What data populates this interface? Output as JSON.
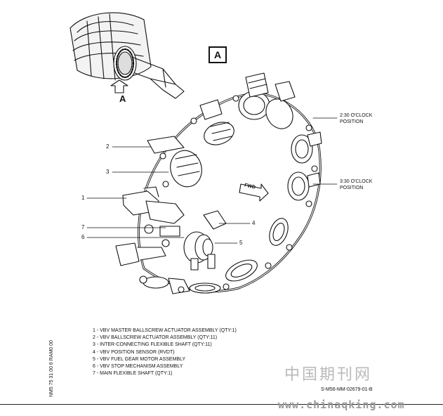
{
  "view": {
    "section_label": "A",
    "arrow_label": "A"
  },
  "callouts": {
    "c1": "1",
    "c2": "2",
    "c3": "3",
    "c4": "4",
    "c5": "5",
    "c6": "6",
    "c7": "7"
  },
  "positions": {
    "p230_line1": "2:30 O'CLOCK",
    "p230_line2": "POSITION",
    "p330_line1": "3:30 O'CLOCK",
    "p330_line2": "POSITION"
  },
  "fwd_label": "FWD",
  "legend": [
    "1   - VBV MASTER BALLSCREW ACTUATOR ASSEMBLY (QTY:1)",
    "2   - VBV BALLSCREW ACTUATOR ASSEMBLY (QTY:11)",
    "3   - INTER-CONNECTING FLEXIBLE SHAFT (QTY:11)",
    "4   - VBV POSITION SENSOR (RVDT)",
    "5   - VBV FUEL GEAR MOTOR ASSEMBLY",
    "6   - VBV STOP MECHANISM ASSEMBLY",
    "7   - MAIN FLEXIBLE SHAFT (QTY:1)"
  ],
  "side_reference": "NM5 75 31 00 6 RAM0 00",
  "drawing_reference": "S-M56-MM-02679-01-B",
  "watermark": {
    "chinese": "中国期刊网",
    "url": "www.chinaqking.com"
  }
}
